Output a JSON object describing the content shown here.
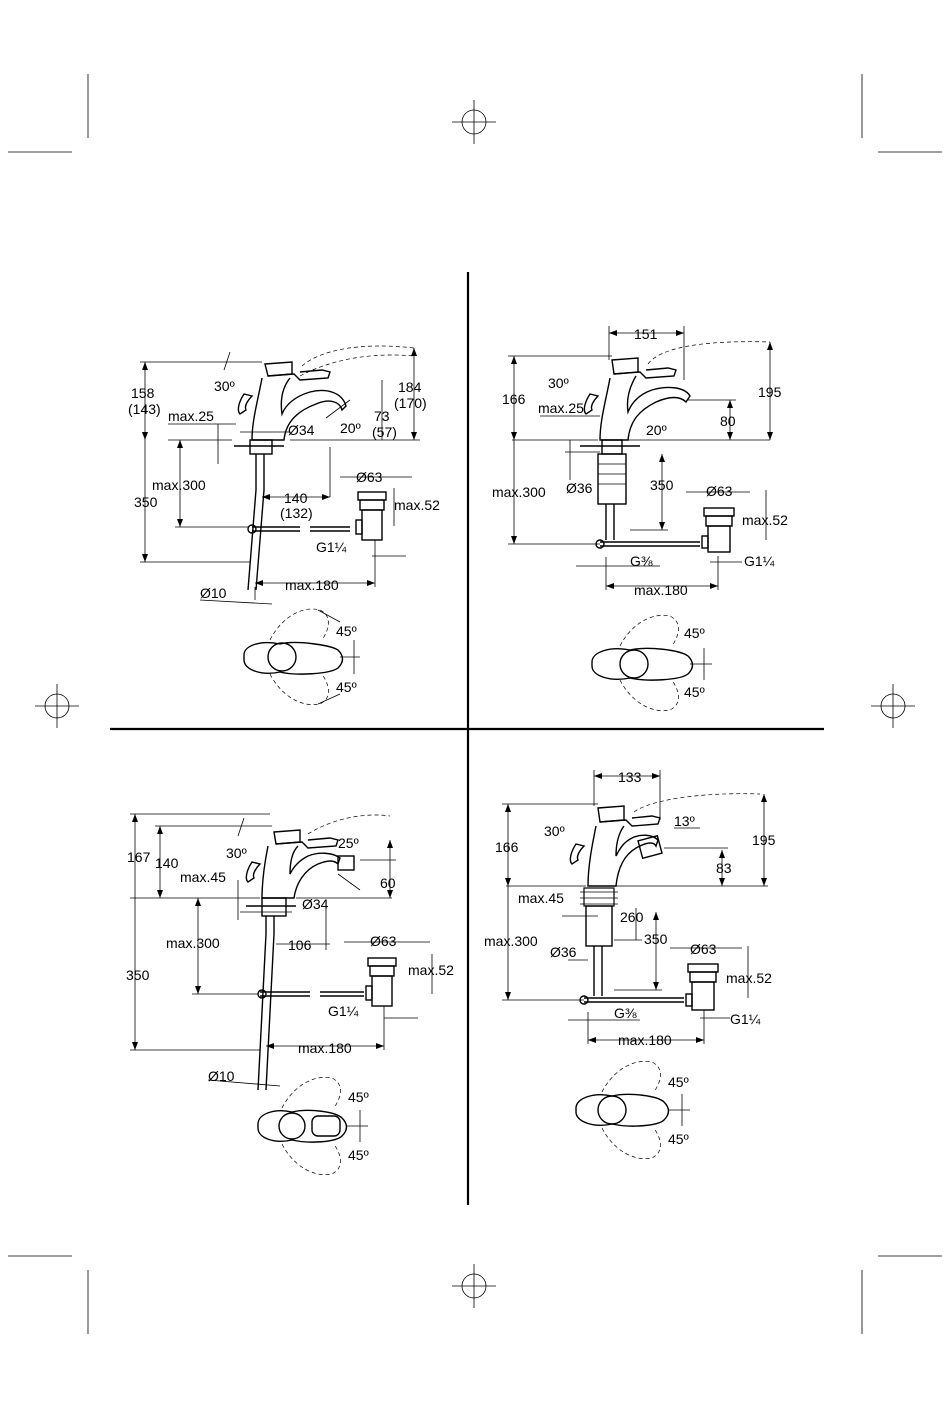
{
  "colors": {
    "ink": "#000000",
    "paper": "#ffffff"
  },
  "panels": {
    "top_left": {
      "labels": [
        "158",
        "(143)",
        "30º",
        "max.25",
        "Ø34",
        "20º",
        "184",
        "(170)",
        "73",
        "(57)",
        "max.300",
        "350",
        "Ø63",
        "max.52",
        "140",
        "(132)",
        "G1¼",
        "max.180",
        "Ø10",
        "45º",
        "45º"
      ]
    },
    "top_right": {
      "labels": [
        "151",
        "166",
        "30º",
        "max.25",
        "195",
        "20º",
        "80",
        "Ø36",
        "350",
        "Ø63",
        "max.300",
        "max.52",
        "G⅜",
        "G1¼",
        "max.180",
        "45º",
        "45º"
      ]
    },
    "bottom_left": {
      "labels": [
        "167",
        "140",
        "30º",
        "max.45",
        "25º",
        "60",
        "Ø34",
        "max.300",
        "106",
        "Ø63",
        "350",
        "max.52",
        "G1¼",
        "max.180",
        "Ø10",
        "45º",
        "45º"
      ]
    },
    "bottom_right": {
      "labels": [
        "133",
        "13º",
        "166",
        "30º",
        "195",
        "83",
        "max.45",
        "260",
        "max.300",
        "Ø36",
        "350",
        "Ø63",
        "max.52",
        "G⅜",
        "G1¼",
        "max.180",
        "45º",
        "45º"
      ]
    }
  }
}
